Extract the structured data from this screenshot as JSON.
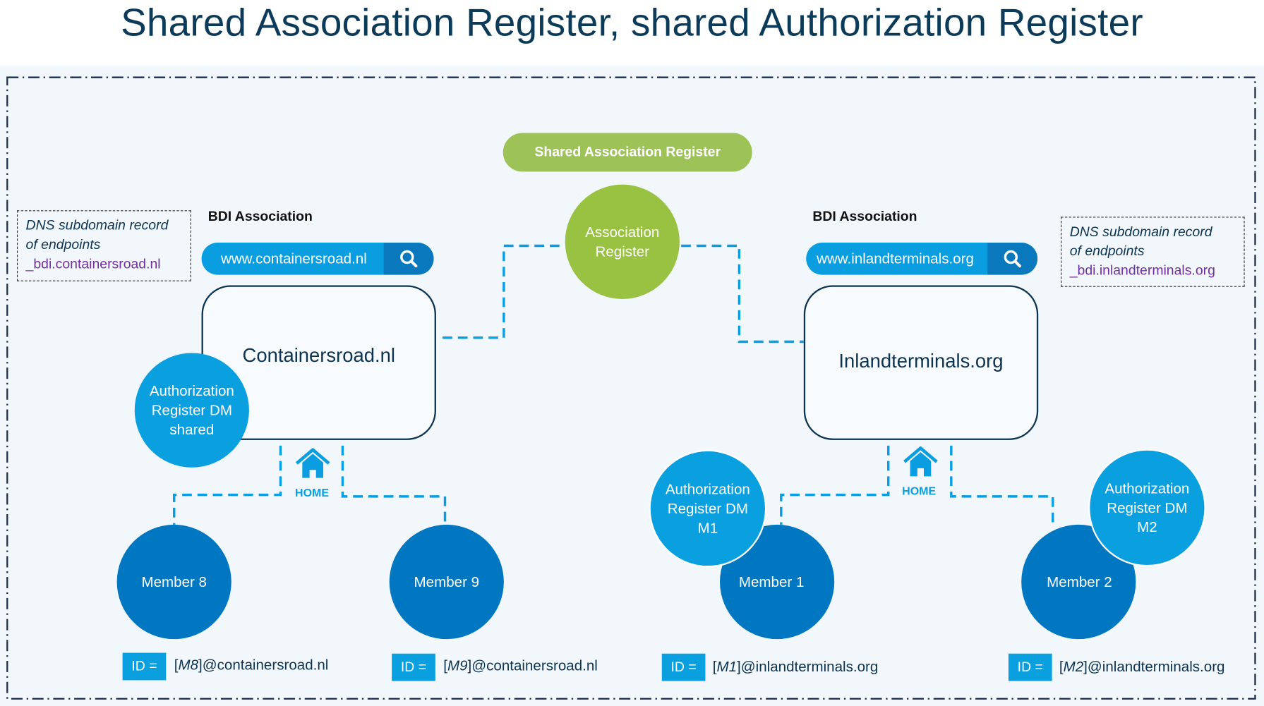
{
  "title": "Shared Association Register, shared Authorization Register",
  "shared_register": {
    "pill_label": "Shared Association Register",
    "circle_label_line1": "Association",
    "circle_label_line2": "Register"
  },
  "left": {
    "association_label": "BDI Association",
    "search_value": "www.containersroad.nl",
    "search_icon": "search-icon",
    "org_name": "Containersroad.nl",
    "dns": {
      "line1": "DNS subdomain record",
      "line2": "of endpoints",
      "record": "_bdi.containersroad.nl"
    },
    "auth_register": {
      "line1": "Authorization",
      "line2": "Register DM",
      "line3": "shared"
    },
    "home_label": "HOME",
    "home_icon": "home-icon",
    "members": [
      {
        "label": "Member 8",
        "id_tag": "ID =",
        "id_code": "M8",
        "id_domain": "@containersroad.nl"
      },
      {
        "label": "Member 9",
        "id_tag": "ID =",
        "id_code": "M9",
        "id_domain": "@containersroad.nl"
      }
    ]
  },
  "right": {
    "association_label": "BDI Association",
    "search_value": "www.inlandterminals.org",
    "search_icon": "search-icon",
    "org_name": "Inlandterminals.org",
    "dns": {
      "line1": "DNS subdomain record",
      "line2": "of endpoints",
      "record": "_bdi.inlandterminals.org"
    },
    "home_label": "HOME",
    "home_icon": "home-icon",
    "members": [
      {
        "label": "Member 1",
        "id_tag": "ID =",
        "id_code": "M1",
        "id_domain": "@inlandterminals.org",
        "auth_register": {
          "line1": "Authorization",
          "line2": "Register DM",
          "line3": "M1"
        }
      },
      {
        "label": "Member 2",
        "id_tag": "ID =",
        "id_code": "M2",
        "id_domain": "@inlandterminals.org",
        "auth_register": {
          "line1": "Authorization",
          "line2": "Register DM",
          "line3": "M2"
        }
      }
    ]
  },
  "colors": {
    "title": "#0c3b5a",
    "green": "#99c142",
    "light_blue": "#0aa0e0",
    "dark_blue": "#0077c0",
    "dns_record": "#7030a0",
    "connector": "#0a9ee0"
  }
}
